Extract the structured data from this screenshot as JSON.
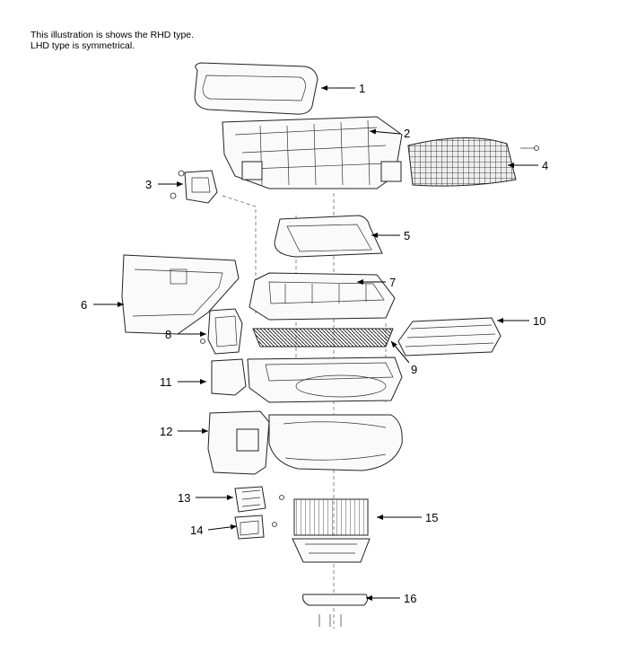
{
  "note": {
    "line1": "This illustration is shows the RHD type.",
    "line2": "LHD type is symmetrical."
  },
  "callouts": [
    "1",
    "2",
    "3",
    "4",
    "5",
    "6",
    "7",
    "8",
    "9",
    "10",
    "11",
    "12",
    "13",
    "14",
    "15",
    "16"
  ]
}
